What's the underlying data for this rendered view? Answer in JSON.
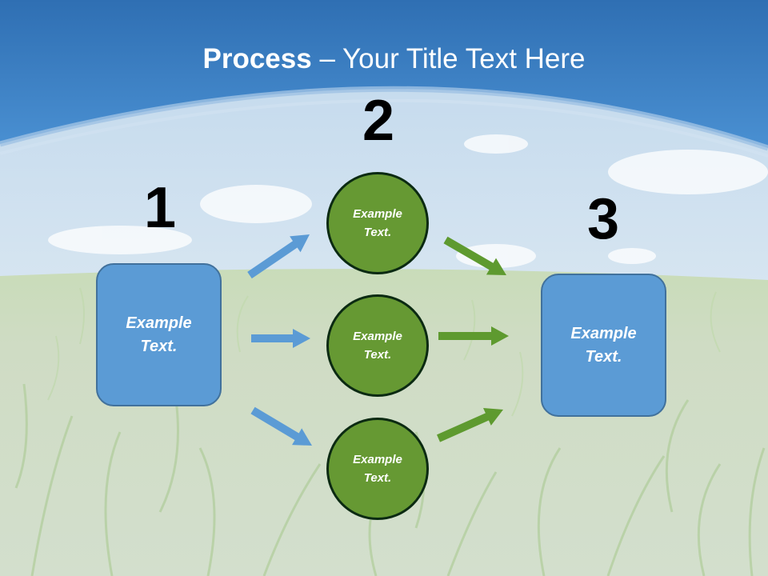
{
  "slide": {
    "title_bold": "Process",
    "title_rest": " – Your Title Text Here",
    "steps": [
      "1",
      "2",
      "3"
    ],
    "input_box": "Example Text.",
    "middle_circles": [
      "Example Text.",
      "Example Text.",
      "Example Text."
    ],
    "output_box": "Example Text."
  },
  "colors": {
    "box_fill": "#5b9bd5",
    "circle_fill": "#669933",
    "blue_arrow": "#5b9bd5",
    "green_arrow": "#5e9a2f",
    "header_blue": "#3d7ec1"
  }
}
